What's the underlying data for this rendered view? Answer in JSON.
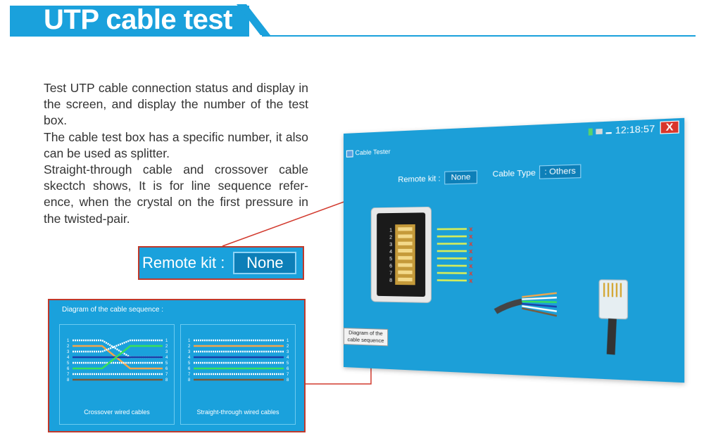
{
  "header": {
    "title": "UTP cable test"
  },
  "description": {
    "paragraphs": [
      "Test UTP cable connection status and display in the screen, and display the number of the test box.",
      "The cable test box has a specific number, it also can be used as splitter.",
      "Straight-through cable and crossover cable skectch shows, It is for line sequence refer- ence, when the crystal on the first pressure in the twisted-pair."
    ]
  },
  "callout_remote": {
    "label": "Remote kit :",
    "value": "None"
  },
  "diagram": {
    "title": "Diagram of the cable sequence  :",
    "pin_numbers": [
      "1",
      "2",
      "3",
      "4",
      "5",
      "6",
      "7",
      "8"
    ],
    "crossover_caption": "Crossover wired cables",
    "straight_caption": "Straight-through wired cables"
  },
  "screen": {
    "app_title": "Cable Tester",
    "time": "12:18:57",
    "close_glyph": "X",
    "remote_label": "Remote kit :",
    "remote_value": "None",
    "cable_type_label": "Cable Type",
    "cable_type_value": ": Others",
    "pins": [
      "1",
      "2",
      "3",
      "4",
      "5",
      "6",
      "7",
      "8"
    ],
    "fail_mark": "x",
    "diagram_button": "Diagram of the cable sequence"
  },
  "colors": {
    "accent": "#1aa1dc",
    "callout_border": "#c0392b",
    "wire_pass": "#d8ee58",
    "wire_fail": "#e23b2e"
  },
  "icons": [
    "header-slash-icon",
    "app-icon",
    "signal-icon",
    "close-icon",
    "rj45-jack-icon",
    "rj45-plug-icon"
  ]
}
